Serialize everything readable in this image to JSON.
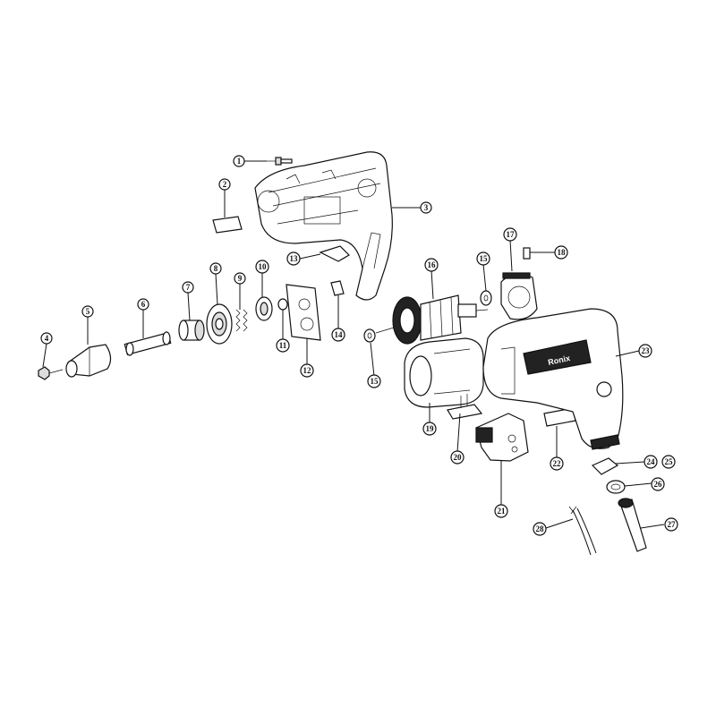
{
  "brand": "Ronix",
  "callouts": [
    {
      "label": "1"
    },
    {
      "label": "2"
    },
    {
      "label": "3"
    },
    {
      "label": "4"
    },
    {
      "label": "5"
    },
    {
      "label": "6"
    },
    {
      "label": "7"
    },
    {
      "label": "8"
    },
    {
      "label": "9"
    },
    {
      "label": "10"
    },
    {
      "label": "11"
    },
    {
      "label": "12"
    },
    {
      "label": "13"
    },
    {
      "label": "14"
    },
    {
      "label": "15"
    },
    {
      "label": "15"
    },
    {
      "label": "16"
    },
    {
      "label": "17"
    },
    {
      "label": "18"
    },
    {
      "label": "19"
    },
    {
      "label": "20"
    },
    {
      "label": "21"
    },
    {
      "label": "22"
    },
    {
      "label": "23"
    },
    {
      "label": "24"
    },
    {
      "label": "25"
    },
    {
      "label": "26"
    },
    {
      "label": "27"
    },
    {
      "label": "28"
    }
  ]
}
